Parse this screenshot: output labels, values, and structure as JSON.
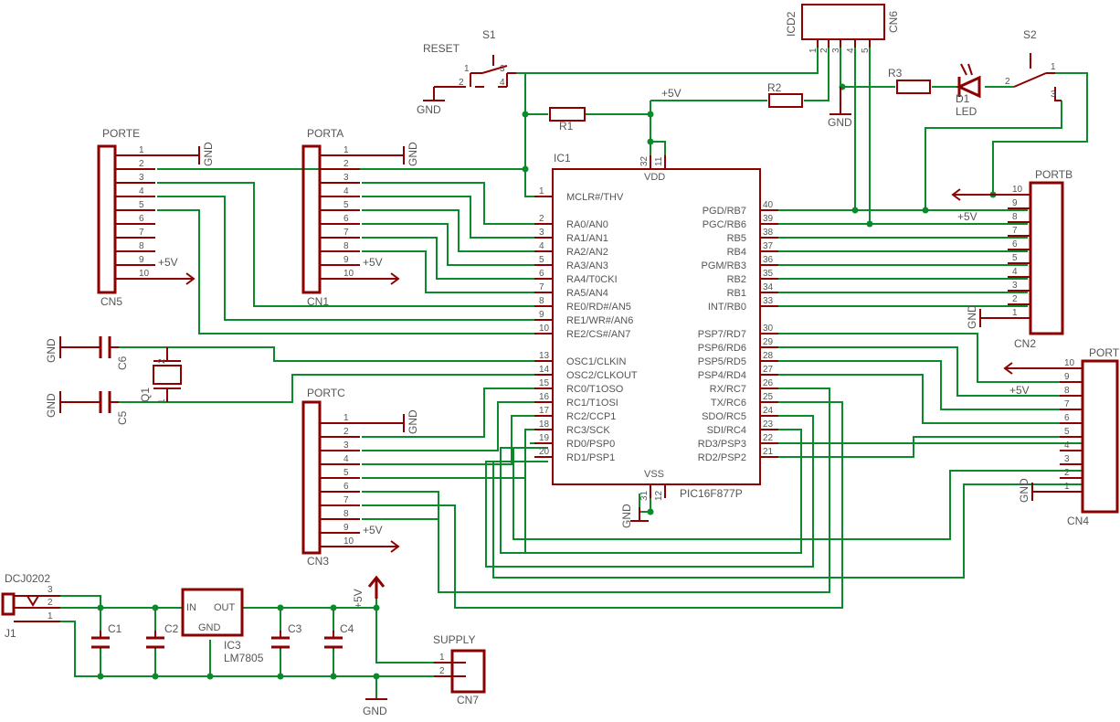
{
  "components": {
    "ic1": {
      "ref": "IC1",
      "value": "PIC16F877P",
      "vdd": "VDD",
      "vss": "VSS",
      "left_pins": [
        {
          "num": "1",
          "name": "MCLR#/THV"
        },
        {
          "num": "2",
          "name": "RA0/AN0"
        },
        {
          "num": "3",
          "name": "RA1/AN1"
        },
        {
          "num": "4",
          "name": "RA2/AN2"
        },
        {
          "num": "5",
          "name": "RA3/AN3"
        },
        {
          "num": "6",
          "name": "RA4/T0CKI"
        },
        {
          "num": "7",
          "name": "RA5/AN4"
        },
        {
          "num": "8",
          "name": "RE0/RD#/AN5"
        },
        {
          "num": "9",
          "name": "RE1/WR#/AN6"
        },
        {
          "num": "10",
          "name": "RE2/CS#/AN7"
        },
        {
          "num": "13",
          "name": "OSC1/CLKIN"
        },
        {
          "num": "14",
          "name": "OSC2/CLKOUT"
        },
        {
          "num": "15",
          "name": "RC0/T1OSO"
        },
        {
          "num": "16",
          "name": "RC1/T1OSI"
        },
        {
          "num": "17",
          "name": "RC2/CCP1"
        },
        {
          "num": "18",
          "name": "RC3/SCK"
        },
        {
          "num": "19",
          "name": "RD0/PSP0"
        },
        {
          "num": "20",
          "name": "RD1/PSP1"
        }
      ],
      "right_pins": [
        {
          "num": "40",
          "name": "PGD/RB7"
        },
        {
          "num": "39",
          "name": "PGC/RB6"
        },
        {
          "num": "38",
          "name": "RB5"
        },
        {
          "num": "37",
          "name": "RB4"
        },
        {
          "num": "36",
          "name": "PGM/RB3"
        },
        {
          "num": "35",
          "name": "RB2"
        },
        {
          "num": "34",
          "name": "RB1"
        },
        {
          "num": "33",
          "name": "INT/RB0"
        },
        {
          "num": "30",
          "name": "PSP7/RD7"
        },
        {
          "num": "29",
          "name": "PSP6/RD6"
        },
        {
          "num": "28",
          "name": "PSP5/RD5"
        },
        {
          "num": "27",
          "name": "PSP4/RD4"
        },
        {
          "num": "26",
          "name": "RX/RC7"
        },
        {
          "num": "25",
          "name": "TX/RC6"
        },
        {
          "num": "24",
          "name": "SDO/RC5"
        },
        {
          "num": "23",
          "name": "SDI/RC4"
        },
        {
          "num": "22",
          "name": "RD3/PSP3"
        },
        {
          "num": "21",
          "name": "RD2/PSP2"
        }
      ],
      "top_pins": [
        "32",
        "11"
      ],
      "bottom_pins": [
        "31",
        "12"
      ]
    },
    "connectors": [
      {
        "ref": "CN5",
        "title": "PORTE",
        "pins": [
          "1",
          "2",
          "3",
          "4",
          "5",
          "6",
          "7",
          "8",
          "9",
          "10"
        ]
      },
      {
        "ref": "CN1",
        "title": "PORTA",
        "pins": [
          "1",
          "2",
          "3",
          "4",
          "5",
          "6",
          "7",
          "8",
          "9",
          "10"
        ]
      },
      {
        "ref": "CN3",
        "title": "PORTC",
        "pins": [
          "1",
          "2",
          "3",
          "4",
          "5",
          "6",
          "7",
          "8",
          "9",
          "10"
        ]
      },
      {
        "ref": "CN2",
        "title": "PORTB",
        "pins": [
          "10",
          "9",
          "8",
          "7",
          "6",
          "5",
          "4",
          "3",
          "2",
          "1"
        ]
      },
      {
        "ref": "CN4",
        "title": "PORTD",
        "pins": [
          "10",
          "9",
          "8",
          "7",
          "6",
          "5",
          "4",
          "3",
          "2",
          "1"
        ]
      }
    ],
    "icd": {
      "ref": "ICD2",
      "conn": "CN6",
      "pins": [
        "1",
        "2",
        "3",
        "4",
        "5"
      ]
    },
    "reset": {
      "title": "RESET",
      "ref": "S1",
      "pins": [
        "1",
        "2",
        "3",
        "4"
      ]
    },
    "s2": {
      "ref": "S2",
      "pins": [
        "1",
        "2",
        "3"
      ]
    },
    "r1": "R1",
    "r2": "R2",
    "r3": "R3",
    "led": {
      "ref": "D1",
      "value": "LED"
    },
    "crystal": {
      "ref": "Q1",
      "pins": [
        "2",
        "1"
      ]
    },
    "c5": "C5",
    "c6": "C6",
    "power": {
      "jack": "DCJ0202",
      "jack_ref": "J1",
      "jack_pins": [
        "3",
        "2",
        "1"
      ],
      "reg_ref": "IC3",
      "reg_value": "LM7805",
      "reg_in": "IN",
      "reg_out": "OUT",
      "reg_gnd": "GND",
      "c1": "C1",
      "c2": "C2",
      "c3": "C3",
      "c4": "C4",
      "supply_title": "SUPPLY",
      "supply_ref": "CN7",
      "supply_pins": [
        "1",
        "2"
      ]
    }
  },
  "net_labels": {
    "gnd": "GND",
    "vcc": "+5V"
  }
}
